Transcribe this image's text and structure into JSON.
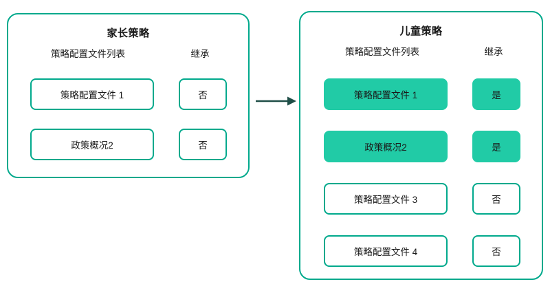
{
  "diagram": {
    "title_hidden": "",
    "colors": {
      "panel_border": "#00A98C",
      "box_border": "#00A98C",
      "inherited_fill": "#21CBA6",
      "arrow": "#1F4E47",
      "text": "#1A1A1A",
      "background": "#FFFFFF"
    },
    "arrow": {
      "name": "inheritance-arrow",
      "direction": "left-to-right",
      "label": ""
    },
    "panels": [
      {
        "id": "parent",
        "title": "家长策略",
        "headers": {
          "profiles": "策略配置文件列表",
          "inherit": "继承"
        },
        "rows": [
          {
            "profile": "策略配置文件 1",
            "inherit": "否",
            "inherited": false
          },
          {
            "profile": "政策概况2",
            "inherit": "否",
            "inherited": false
          }
        ]
      },
      {
        "id": "child",
        "title": "儿童策略",
        "headers": {
          "profiles": "策略配置文件列表",
          "inherit": "继承"
        },
        "rows": [
          {
            "profile": "策略配置文件 1",
            "inherit": "是",
            "inherited": true
          },
          {
            "profile": "政策概况2",
            "inherit": "是",
            "inherited": true
          },
          {
            "profile": "策略配置文件 3",
            "inherit": "否",
            "inherited": false
          },
          {
            "profile": "策略配置文件 4",
            "inherit": "否",
            "inherited": false
          }
        ]
      }
    ]
  }
}
